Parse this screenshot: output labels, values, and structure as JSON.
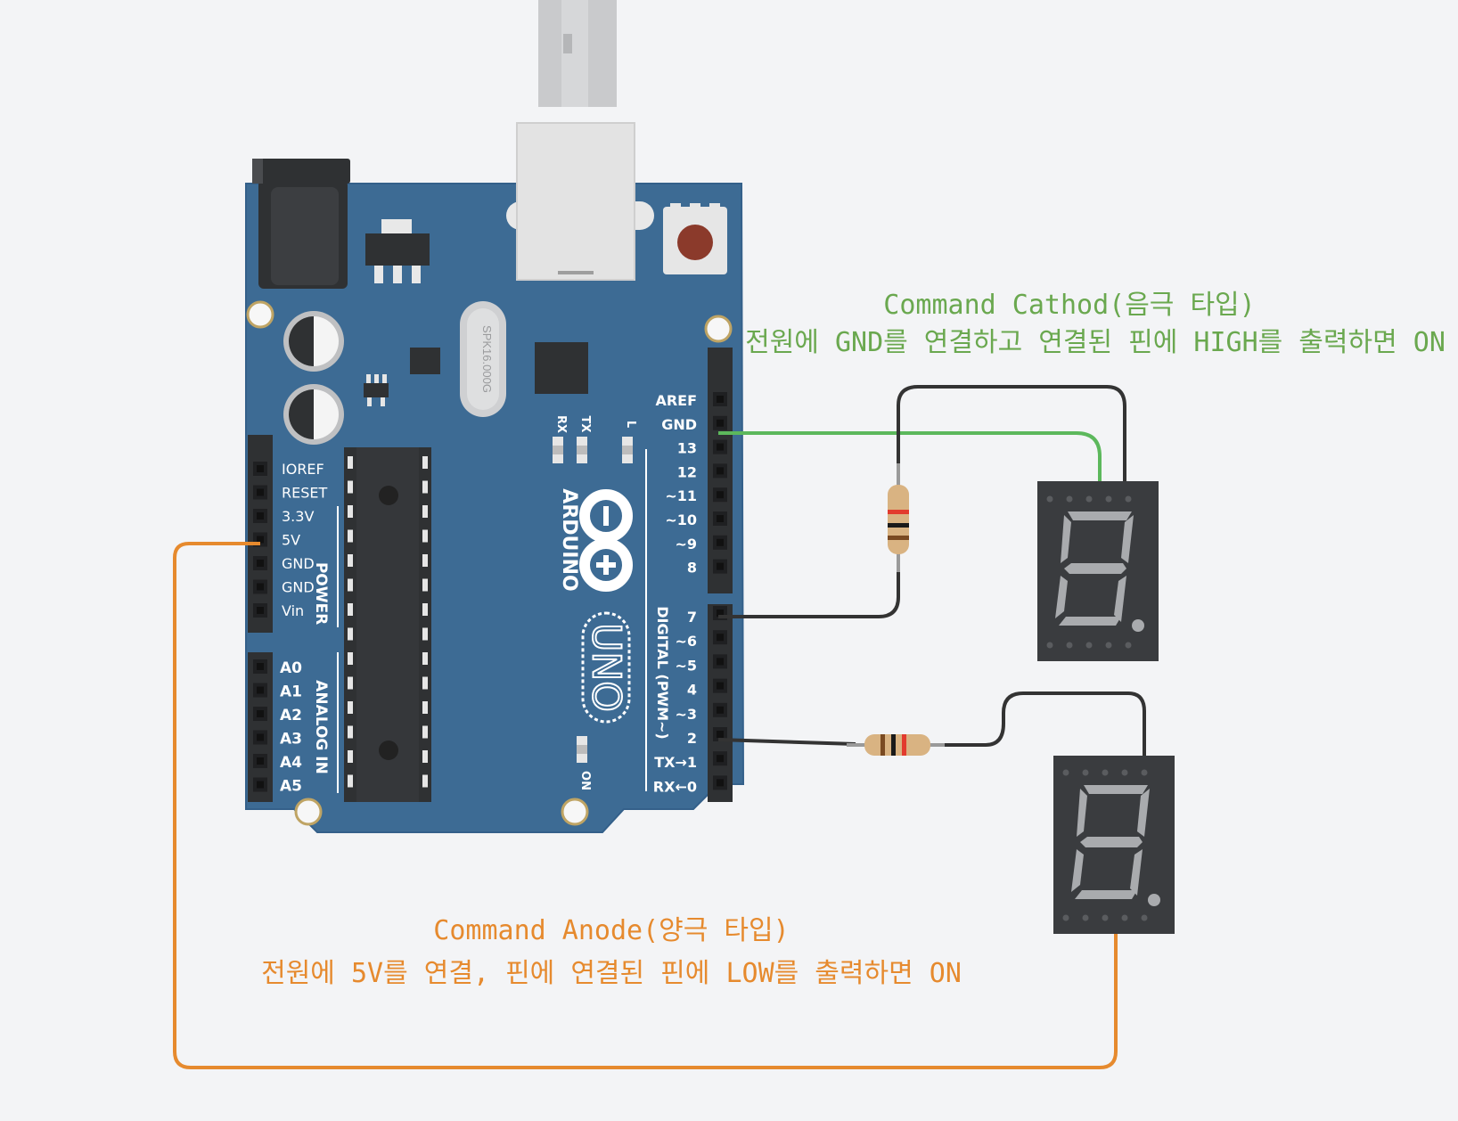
{
  "board": {
    "brand": "ARDUINO",
    "model": "UNO",
    "crystal": "SPK16.000G",
    "power_header_title": "POWER",
    "analog_header_title": "ANALOG IN",
    "digital_header_title": "DIGITAL (PWM~)",
    "led_rx": "RX",
    "led_tx": "TX",
    "led_l": "L",
    "led_on": "ON",
    "power_pins": [
      "IOREF",
      "RESET",
      "3.3V",
      "5V",
      "GND",
      "GND",
      "Vin"
    ],
    "analog_pins": [
      "A0",
      "A1",
      "A2",
      "A3",
      "A4",
      "A5"
    ],
    "digital_pins_upper": [
      "AREF",
      "GND",
      "13",
      "12",
      "~11",
      "~10",
      "~9",
      "8"
    ],
    "digital_pins_lower": [
      "7",
      "~6",
      "~5",
      "4",
      "~3",
      "2",
      "TX→1",
      "RX←0"
    ]
  },
  "annotations": {
    "cathode_title": "Command Cathod(음극 타입)",
    "cathode_desc": "전원에 GND를 연결하고 연결된 핀에 HIGH를 출력하면 ON",
    "anode_title": "Command Anode(양극 타입)",
    "anode_desc": "전원에 5V를 연결, 핀에 연결된 핀에 LOW를 출력하면 ON"
  },
  "colors": {
    "background": "#f3f4f6",
    "board": "#3d6b94",
    "cathode_text": "#6aa84f",
    "anode_text": "#e68a2e",
    "wire_gnd": "#5cb85c",
    "wire_5v": "#e68a2e",
    "wire_signal": "#333333",
    "segment_body": "#3a3c3f",
    "segment_off": "#a9abae"
  }
}
